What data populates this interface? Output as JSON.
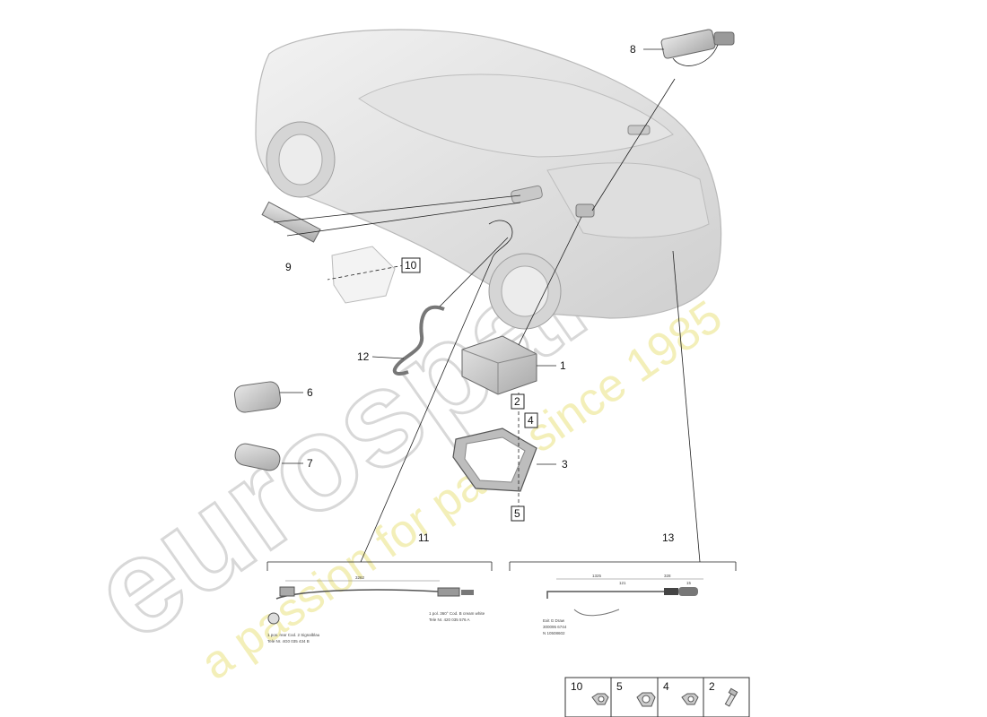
{
  "callouts": {
    "c1": "1",
    "c2": "2",
    "c3": "3",
    "c4": "4",
    "c5": "5",
    "c6": "6",
    "c7": "7",
    "c8": "8",
    "c9": "9",
    "c10": "10",
    "c11": "11",
    "c12": "12",
    "c13": "13"
  },
  "detail_11": {
    "dimension": "3262",
    "note_left_1": "1 pos. rear Cod. 2 Signalblau",
    "note_left_2": "Tele Nr. 4G0 035 434 B",
    "note_right_1": "1 pol. 360° Cod. B cream white",
    "note_right_2": "Tele Nr. 420 035 576 A"
  },
  "detail_13": {
    "dim_a": "1325",
    "dim_b": "328",
    "dim_c": "121",
    "dim_d": "15",
    "note_1": "Exit G Draw",
    "note_2": "300095 6744",
    "note_3": "N 10508602"
  },
  "legend": {
    "items": [
      {
        "label": "10",
        "icon": "nut-icon"
      },
      {
        "label": "5",
        "icon": "nut-icon"
      },
      {
        "label": "4",
        "icon": "nut-icon"
      },
      {
        "label": "2",
        "icon": "bolt-icon"
      }
    ]
  },
  "watermark": {
    "brand": "eurospares",
    "tagline": "a passion for parts since 1985"
  }
}
